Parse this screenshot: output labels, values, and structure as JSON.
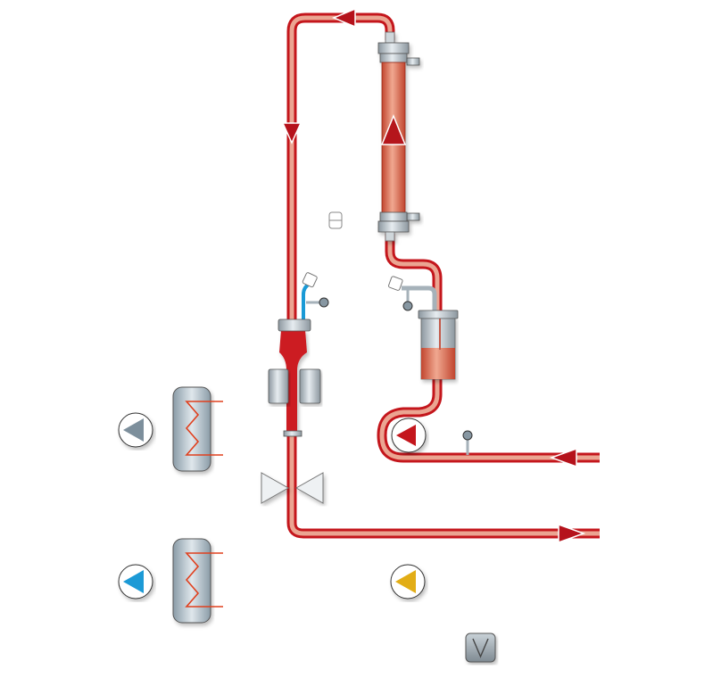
{
  "diagram": {
    "colors": {
      "tube_outer": "#c4161c",
      "tube_inner": "#eba592",
      "blood": "#cc1a22",
      "metal": "#a9b4bc",
      "pump_gray": "#7d8f9c",
      "pump_blue": "#1a9ad6",
      "pump_yellow": "#e2ad12",
      "heater_wire": "#e0401e"
    },
    "icons": [
      "dialyzer",
      "drip-chamber-arterial",
      "venous-chamber",
      "blood-pump",
      "pressure-gauge",
      "tube-clamp",
      "heater",
      "gray-pump",
      "blue-pump",
      "yellow-pump",
      "small-toggle-icon",
      "chevron-down-button"
    ],
    "flow_arrows": [
      "left",
      "down",
      "up",
      "left",
      "right"
    ]
  }
}
